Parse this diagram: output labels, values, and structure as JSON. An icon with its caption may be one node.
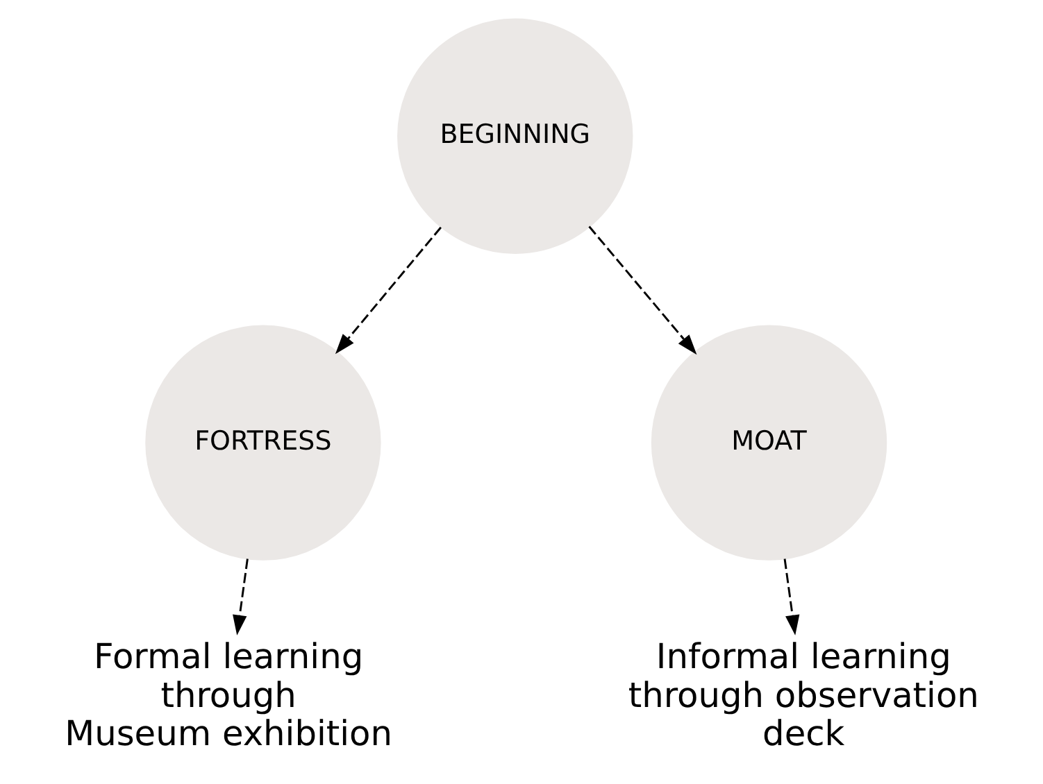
{
  "diagram": {
    "nodes": [
      {
        "text": [
          "BEGINNING"
        ]
      },
      {
        "text": [
          "FORTRESS"
        ]
      },
      {
        "text": [
          "MOAT"
        ]
      },
      {
        "text": [
          "Formal learning through Museum exhibition"
        ]
      },
      {
        "text": [
          "Informal learning through observation deck"
        ]
      }
    ],
    "edges": [
      {
        "from": 0,
        "to": 1,
        "arrow": "to",
        "style": "dashed"
      },
      {
        "from": 0,
        "to": 2,
        "arrow": "to",
        "style": "dashed"
      },
      {
        "from": 1,
        "to": 3,
        "arrow": "to",
        "style": "dashed"
      },
      {
        "from": 2,
        "to": 4,
        "arrow": "to",
        "style": "dashed"
      }
    ]
  }
}
